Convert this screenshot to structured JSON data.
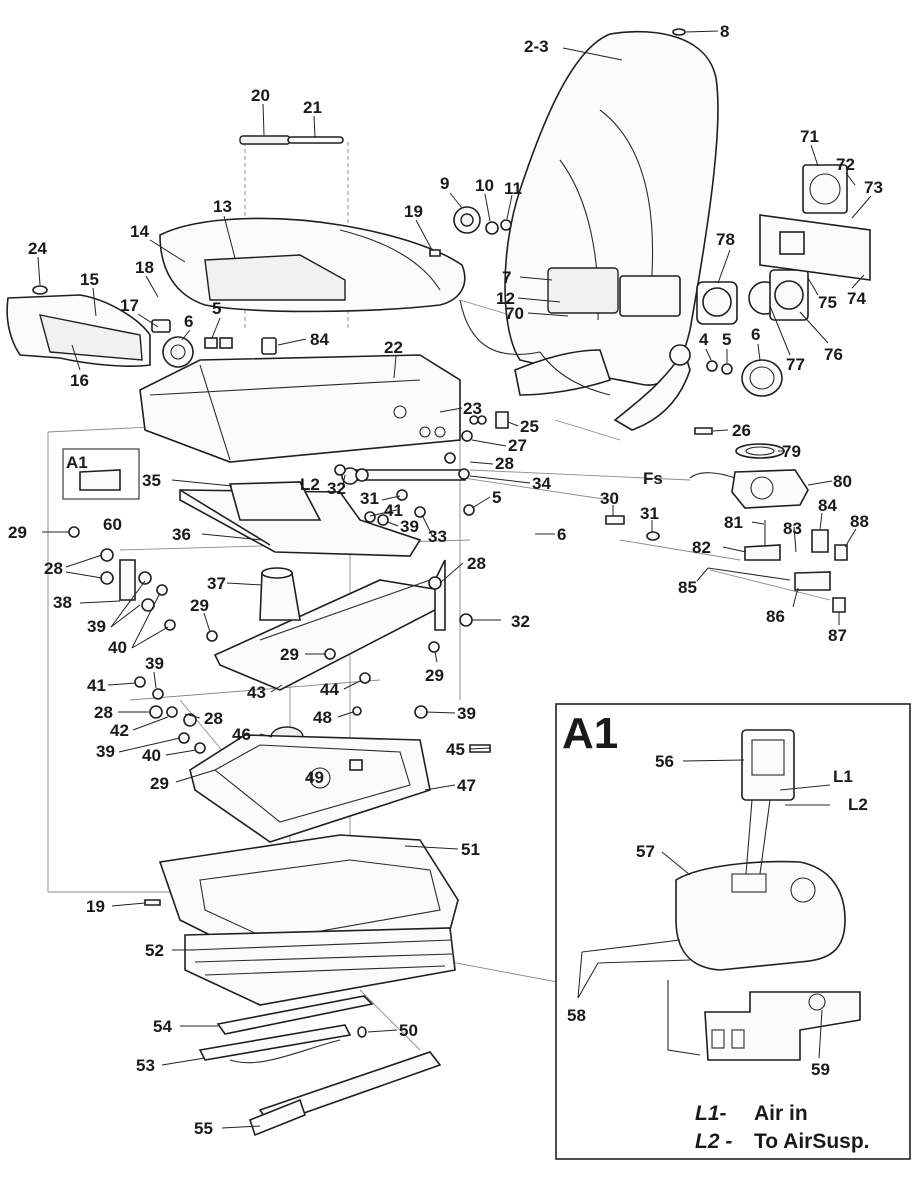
{
  "callouts": {
    "c2_3": "2-3",
    "c8": "8",
    "c20": "20",
    "c21": "21",
    "c71": "71",
    "c72": "72",
    "c73": "73",
    "c9": "9",
    "c10": "10",
    "c11": "11",
    "c19a": "19",
    "c13": "13",
    "c14": "14",
    "c24": "24",
    "c18": "18",
    "c15": "15",
    "c17": "17",
    "c6a": "6",
    "c5a": "5",
    "c84a": "84",
    "c16": "16",
    "c22": "22",
    "c23": "23",
    "c7": "7",
    "c12": "12",
    "c70": "70",
    "c78": "78",
    "c75": "75",
    "c74": "74",
    "c4": "4",
    "c5b": "5",
    "c6b": "6",
    "c77": "77",
    "c76": "76",
    "c25": "25",
    "c26": "26",
    "c27": "27",
    "c79": "79",
    "c28a": "28",
    "c80": "80",
    "c35": "35",
    "c32a": "32",
    "c34": "34",
    "c29a": "29",
    "c36": "36",
    "c31a": "31",
    "c41a": "41",
    "c39a": "39",
    "c33": "33",
    "c5c": "5",
    "c6c": "6",
    "c30": "30",
    "c31b": "31",
    "c81": "81",
    "c83": "83",
    "c84b": "84",
    "c88": "88",
    "c82": "82",
    "c85": "85",
    "c86": "86",
    "c87": "87",
    "c28b": "28",
    "c38": "38",
    "c39b": "39",
    "c40a": "40",
    "c37": "37",
    "c29b": "29",
    "c28c": "28",
    "c32b": "32",
    "c29c": "29",
    "c29d": "29",
    "c39c": "39",
    "c41b": "41",
    "c43": "43",
    "c44": "44",
    "c28d": "28",
    "c28e": "28",
    "c42": "42",
    "c39d": "39",
    "c40b": "40",
    "c48": "48",
    "c46": "46",
    "c39e": "39",
    "c45": "45",
    "c29e": "29",
    "c49": "49",
    "c47": "47",
    "c51": "51",
    "c19b": "19",
    "c52": "52",
    "c54": "54",
    "c50": "50",
    "c53": "53",
    "c55": "55",
    "c56": "56",
    "c57": "57",
    "c58": "58",
    "c59": "59"
  },
  "detail_ref": {
    "label": "A1",
    "part": "60"
  },
  "inset": {
    "title": "A1",
    "line_tag_1": "L1",
    "line_tag_2": "L2",
    "legend_1_code": "L1-",
    "legend_1_text": "Air in",
    "legend_2_code": "L2 -",
    "legend_2_text": "To AirSusp."
  },
  "air_label": "Fs",
  "line_tag_main": "L2"
}
